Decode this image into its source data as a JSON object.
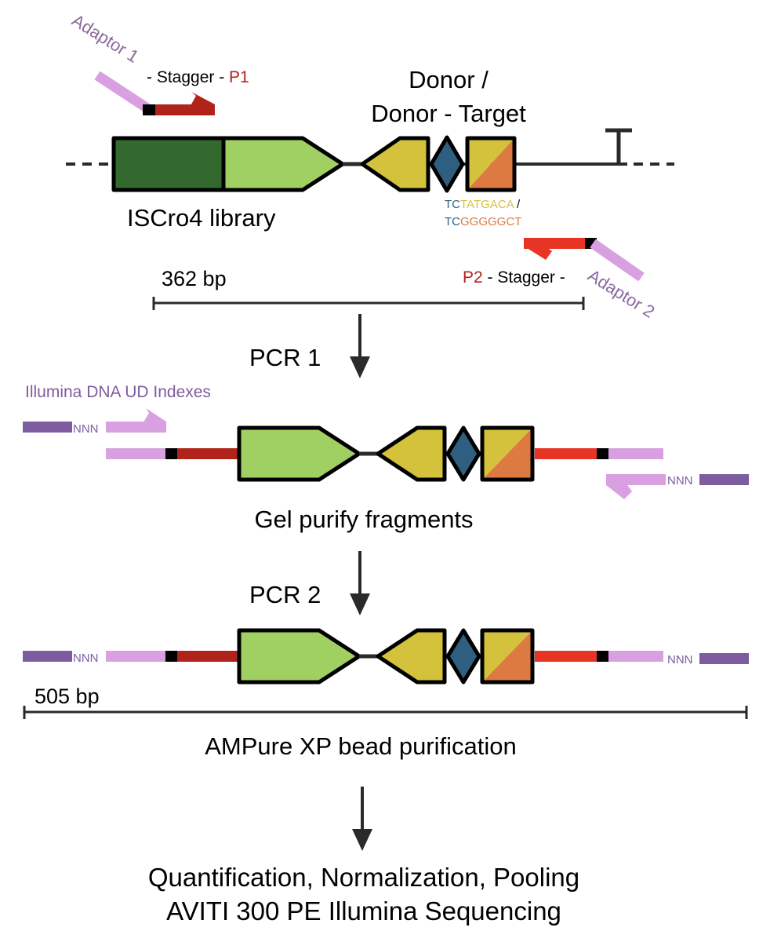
{
  "colors": {
    "dark_green": "#33692e",
    "light_green": "#a0cf62",
    "yellow": "#d4c13c",
    "blue": "#2e5f80",
    "orange": "#dc7a41",
    "dark_red": "#b0231a",
    "red": "#e83425",
    "pink": "#d8a0e0",
    "purple": "#7e5ca0",
    "adaptor_text": "#8a6a9e",
    "black": "#000000",
    "line": "#2a2a2a"
  },
  "top": {
    "adaptor1_label": "Adaptor 1",
    "stagger_p1_mid": "- Stagger - ",
    "p1_label": "P1",
    "donor_title_line1": "Donor /",
    "donor_title_line2": "Donor - Target",
    "library_label": "ISCro4 library",
    "seq1_prefix": "TC",
    "seq1_suffix": "TATGACA",
    "seq1_sep": " /",
    "seq2_prefix": "TC",
    "seq2_suffix": "GGGGGCT",
    "p2_label": "P2",
    "stagger_p2_mid": " - Stagger -",
    "adaptor2_label": "Adaptor 2",
    "fragment_length": "362 bp"
  },
  "steps": {
    "pcr1": "PCR 1",
    "index_label": "Illumina DNA UD Indexes",
    "nnn": "NNN",
    "gel": "Gel purify fragments",
    "pcr2": "PCR 2",
    "final_length": "505 bp",
    "ampure": "AMPure XP bead purification",
    "final_line1": "Quantification, Normalization, Pooling",
    "final_line2": "AVITI 300 PE Illumina Sequencing"
  }
}
